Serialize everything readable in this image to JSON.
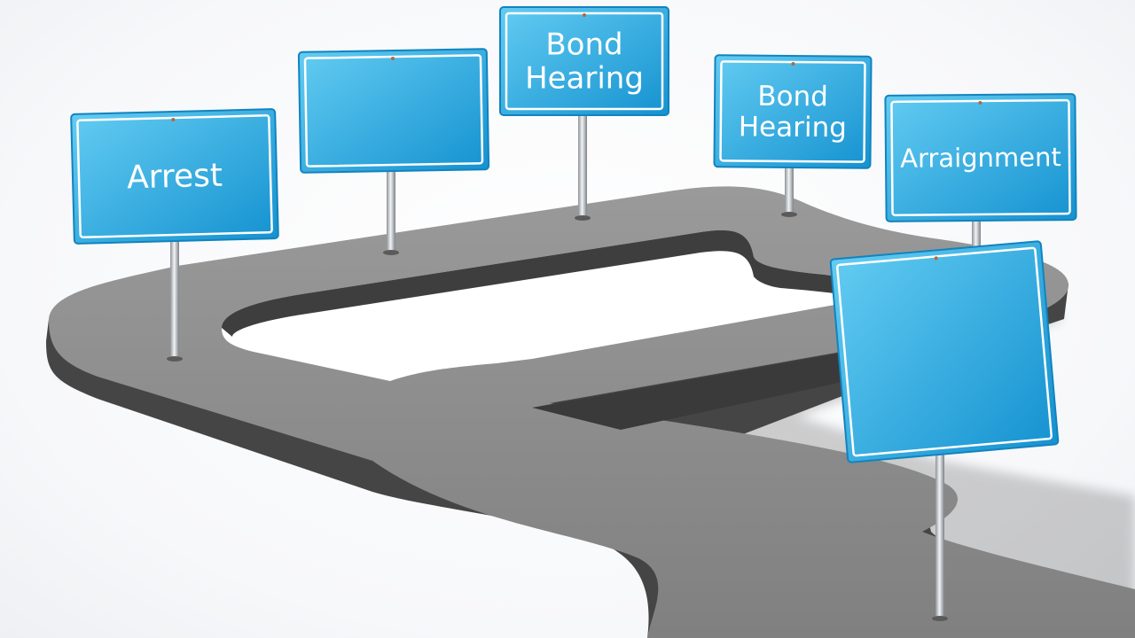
{
  "colors": {
    "sign_fill_top": "#5cc6ee",
    "sign_fill_bottom": "#1a9ad6",
    "sign_border": "#ffffff",
    "road_top": "#8e8e8e",
    "road_side": "#454545",
    "pole": "#c9cdd2",
    "background": "#ffffff"
  },
  "signs": [
    {
      "id": "arrest",
      "lines": [
        "Arrest"
      ]
    },
    {
      "id": "blank-1",
      "lines": []
    },
    {
      "id": "bond-hearing-1",
      "lines": [
        "Bond",
        "Hearing"
      ]
    },
    {
      "id": "bond-hearing-2",
      "lines": [
        "Bond",
        "Hearing"
      ]
    },
    {
      "id": "arraignment",
      "lines": [
        "Arraignment"
      ]
    },
    {
      "id": "blank-2",
      "lines": []
    }
  ]
}
